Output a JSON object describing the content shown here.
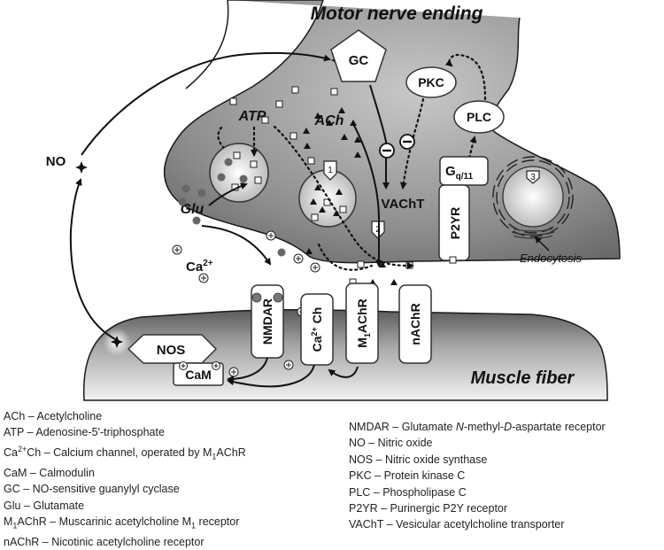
{
  "labels": {
    "motor_nerve_ending": "Motor nerve ending",
    "muscle_fiber": "Muscle fiber",
    "no": "NO",
    "gc": "GC",
    "pkc": "PKC",
    "plc": "PLC",
    "atp": "ATP",
    "ach": "ACh",
    "glu": "Glu",
    "vacht": "VAChT",
    "g_main": "G",
    "g_sub": "q/11",
    "p2yr": "P2YR",
    "endocytosis": "Endocytosis",
    "ca_main": "Ca",
    "ca_sup": "2+",
    "nos": "NOS",
    "cam": "CaM",
    "nmdar": "NMDAR",
    "cach_a": "Ca",
    "cach_sup": "2+",
    "cach_b": " Ch",
    "machr_a": "M",
    "machr_sub": "1",
    "machr_b": "AChR",
    "nachr": "nAChR",
    "step1": "1",
    "step2": "2",
    "step3": "3"
  },
  "legend_left": [
    [
      "ACh – Acetylcholine"
    ],
    [
      "ATP – Adenosine-5'-triphosphate"
    ],
    [
      "Ca",
      "2+",
      "Ch – Calcium channel, operated by M",
      "1",
      "AChR"
    ],
    [
      "CaM – Calmodulin"
    ],
    [
      "GC – NO-sensitive guanylyl cyclase"
    ],
    [
      "Glu – Glutamate"
    ],
    [
      "M",
      "1",
      "AChR – Muscarinic acetylcholine M",
      "1",
      " receptor"
    ],
    [
      "nAChR – Nicotinic acetylcholine receptor"
    ]
  ],
  "legend_right": [
    [
      "NMDAR – Glutamate ",
      "N",
      "-methyl-",
      "D",
      "-aspartate receptor"
    ],
    [
      "NO – Nitric oxide"
    ],
    [
      "NOS – Nitric oxide synthase"
    ],
    [
      "PKC – Protein kinase C"
    ],
    [
      "PLC – Phospholipase C"
    ],
    [
      "P2YR – Purinergic P2Y receptor"
    ],
    [
      "VAChT – Vesicular acetylcholine transporter"
    ]
  ]
}
